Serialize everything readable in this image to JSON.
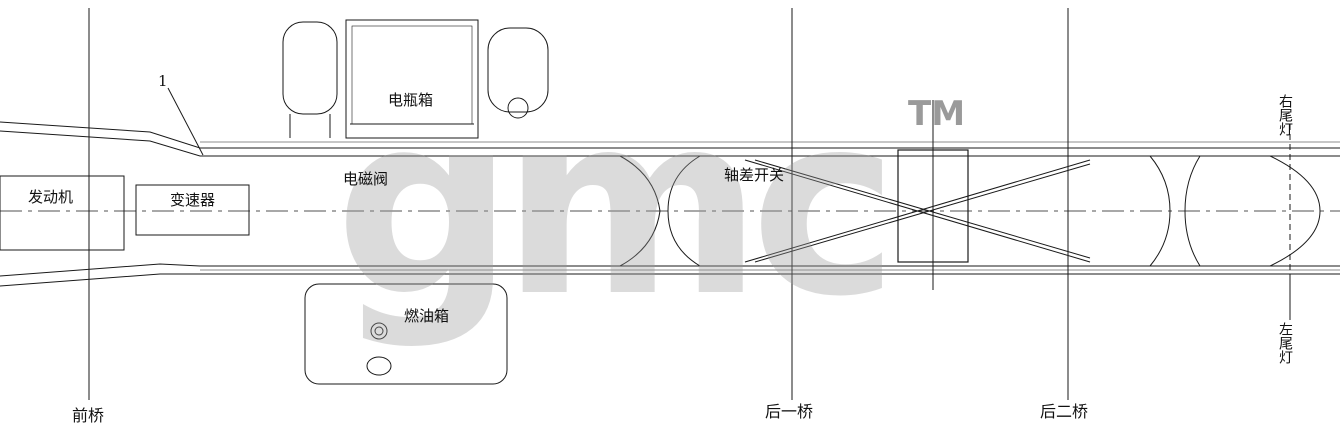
{
  "drawing": {
    "callout_number": "1",
    "labels": {
      "engine": "发动机",
      "transmission": "变速器",
      "battery_box": "电瓶箱",
      "solenoid_valve": "电磁阀",
      "diff_lock_switch": "轴差开关",
      "fuel_tank": "燃油箱",
      "right_taillight": "右尾灯",
      "left_taillight": "左尾灯"
    },
    "axles": {
      "front": "前桥",
      "rear_first": "后一桥",
      "rear_second": "后二桥"
    }
  },
  "watermark": {
    "text": "gmc",
    "mark": "TM"
  },
  "colors": {
    "line": "#1a1a1a",
    "watermark": "#9a9a9a"
  }
}
